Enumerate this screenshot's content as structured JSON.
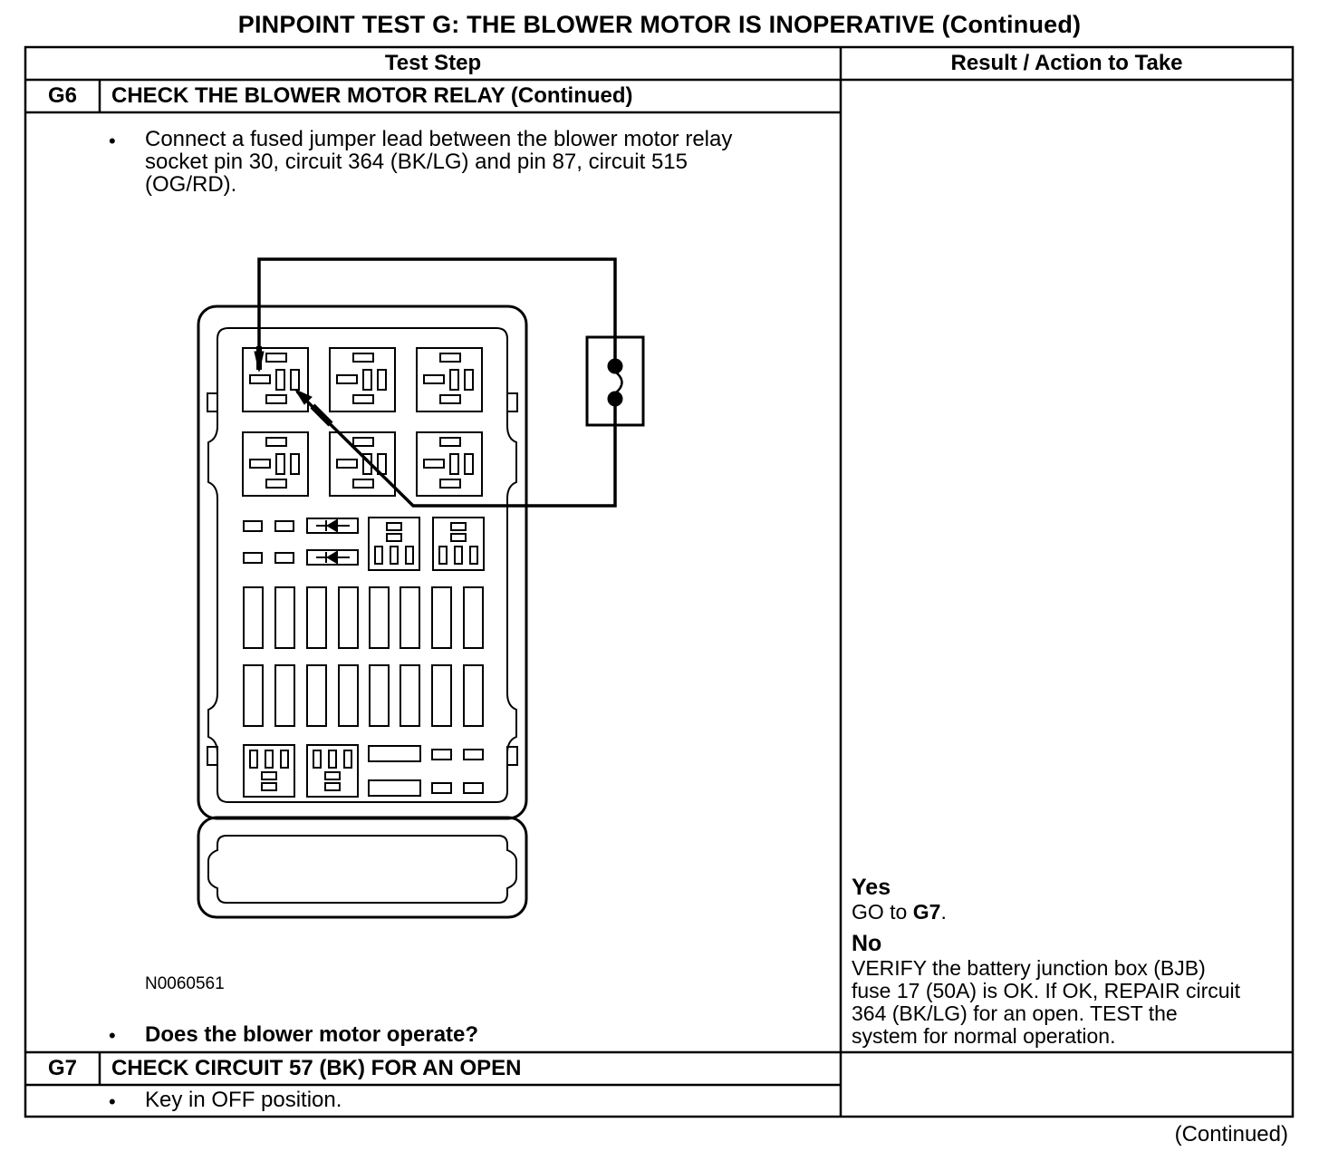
{
  "title": "PINPOINT TEST G: THE BLOWER MOTOR IS INOPERATIVE (Continued)",
  "table": {
    "headers": {
      "test_step": "Test Step",
      "result": "Result / Action to Take"
    },
    "steps": [
      {
        "id": "G6",
        "title": "CHECK THE BLOWER MOTOR RELAY (Continued)",
        "instruction_lines": [
          "Connect a fused jumper lead between the blower motor relay",
          "socket pin 30, circuit 364 (BK/LG) and pin 87, circuit 515",
          "(OG/RD)."
        ],
        "figure_id": "N0060561",
        "question": "Does the blower motor operate?",
        "results": {
          "yes_label": "Yes",
          "yes_prefix": "GO to ",
          "yes_target": "G7",
          "yes_suffix": ".",
          "no_label": "No",
          "no_lines": [
            "VERIFY the battery junction box (BJB)",
            "fuse 17 (50A) is OK. If OK, REPAIR circuit",
            "364 (BK/LG) for an open. TEST the",
            "system for normal operation."
          ]
        }
      },
      {
        "id": "G7",
        "title": "CHECK CIRCUIT 57 (BK) FOR AN OPEN",
        "instruction": "Key in OFF position."
      }
    ]
  },
  "bullet_glyph": "•",
  "footer": "(Continued)"
}
